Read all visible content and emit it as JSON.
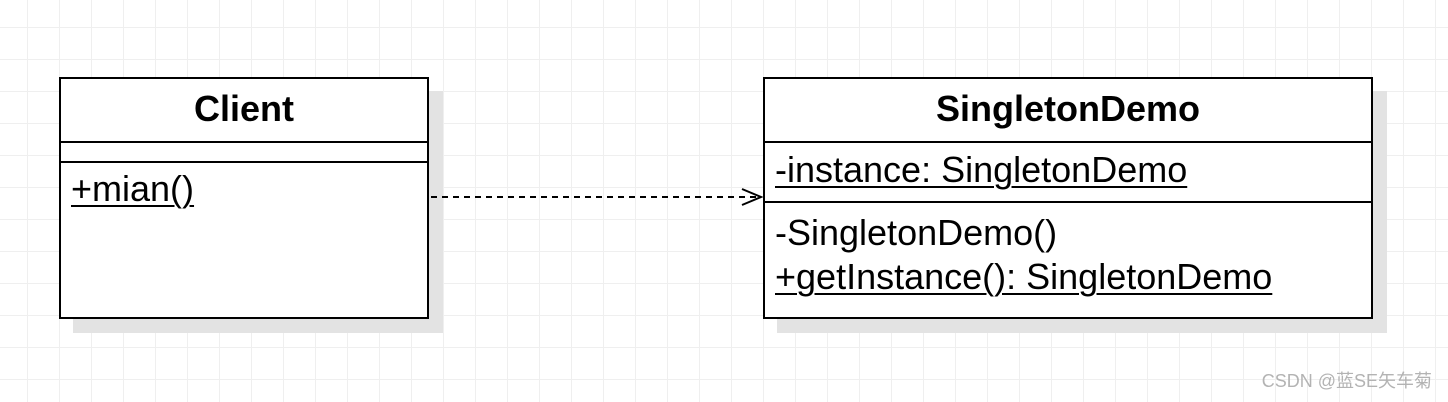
{
  "diagram": {
    "classes": [
      {
        "name": "Client",
        "attributes": [],
        "methods": [
          {
            "text": "+mian()",
            "static": true
          }
        ]
      },
      {
        "name": "SingletonDemo",
        "attributes": [
          {
            "text": "-instance: SingletonDemo",
            "static": true
          }
        ],
        "methods": [
          {
            "text": "-SingletonDemo()",
            "static": false
          },
          {
            "text": "+getInstance(): SingletonDemo",
            "static": true
          }
        ]
      }
    ],
    "relations": [
      {
        "type": "dependency",
        "from": "Client",
        "to": "SingletonDemo"
      }
    ]
  },
  "watermark": "CSDN @蓝SE矢车菊",
  "colors": {
    "line": "#000000",
    "shadow": "#e3e3e3",
    "grid": "#efefef",
    "watermark": "#b3b3b3"
  }
}
